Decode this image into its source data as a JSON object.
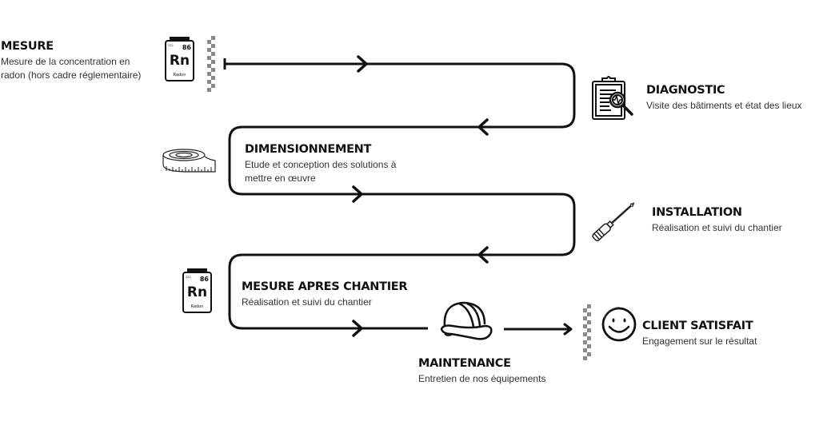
{
  "diagram": {
    "type": "process-flow",
    "path_color": "#111111",
    "checker_color": "#8a8a8a",
    "steps": [
      {
        "id": "mesure",
        "title": "MESURE",
        "description": "Mesure de la concentration en radon (hors cadre réglementaire)",
        "icon": "radon-element-icon"
      },
      {
        "id": "diagnostic",
        "title": "DIAGNOSTIC",
        "description": "Visite des bâtiments et état des lieux",
        "icon": "clipboard-magnifier-icon"
      },
      {
        "id": "dimensionnement",
        "title": "DIMENSIONNEMENT",
        "description": "Etude et conception des solutions à mettre en œuvre",
        "icon": "measuring-tape-icon"
      },
      {
        "id": "installation",
        "title": "INSTALLATION",
        "description": "Réalisation et suivi du chantier",
        "icon": "screwdriver-icon"
      },
      {
        "id": "mesure-apres",
        "title": "MESURE APRES CHANTIER",
        "description": "Réalisation et suivi du chantier",
        "icon": "radon-element-icon"
      },
      {
        "id": "maintenance",
        "title": "MAINTENANCE",
        "description": "Entretien de nos équipements",
        "icon": "hard-hat-icon"
      },
      {
        "id": "client",
        "title": "CLIENT SATISFAIT",
        "description": "Engagement sur le résultat",
        "icon": "smiley-icon"
      }
    ],
    "radon_tile": {
      "symbol": "Rn",
      "number": "86",
      "name": "Radon"
    }
  }
}
